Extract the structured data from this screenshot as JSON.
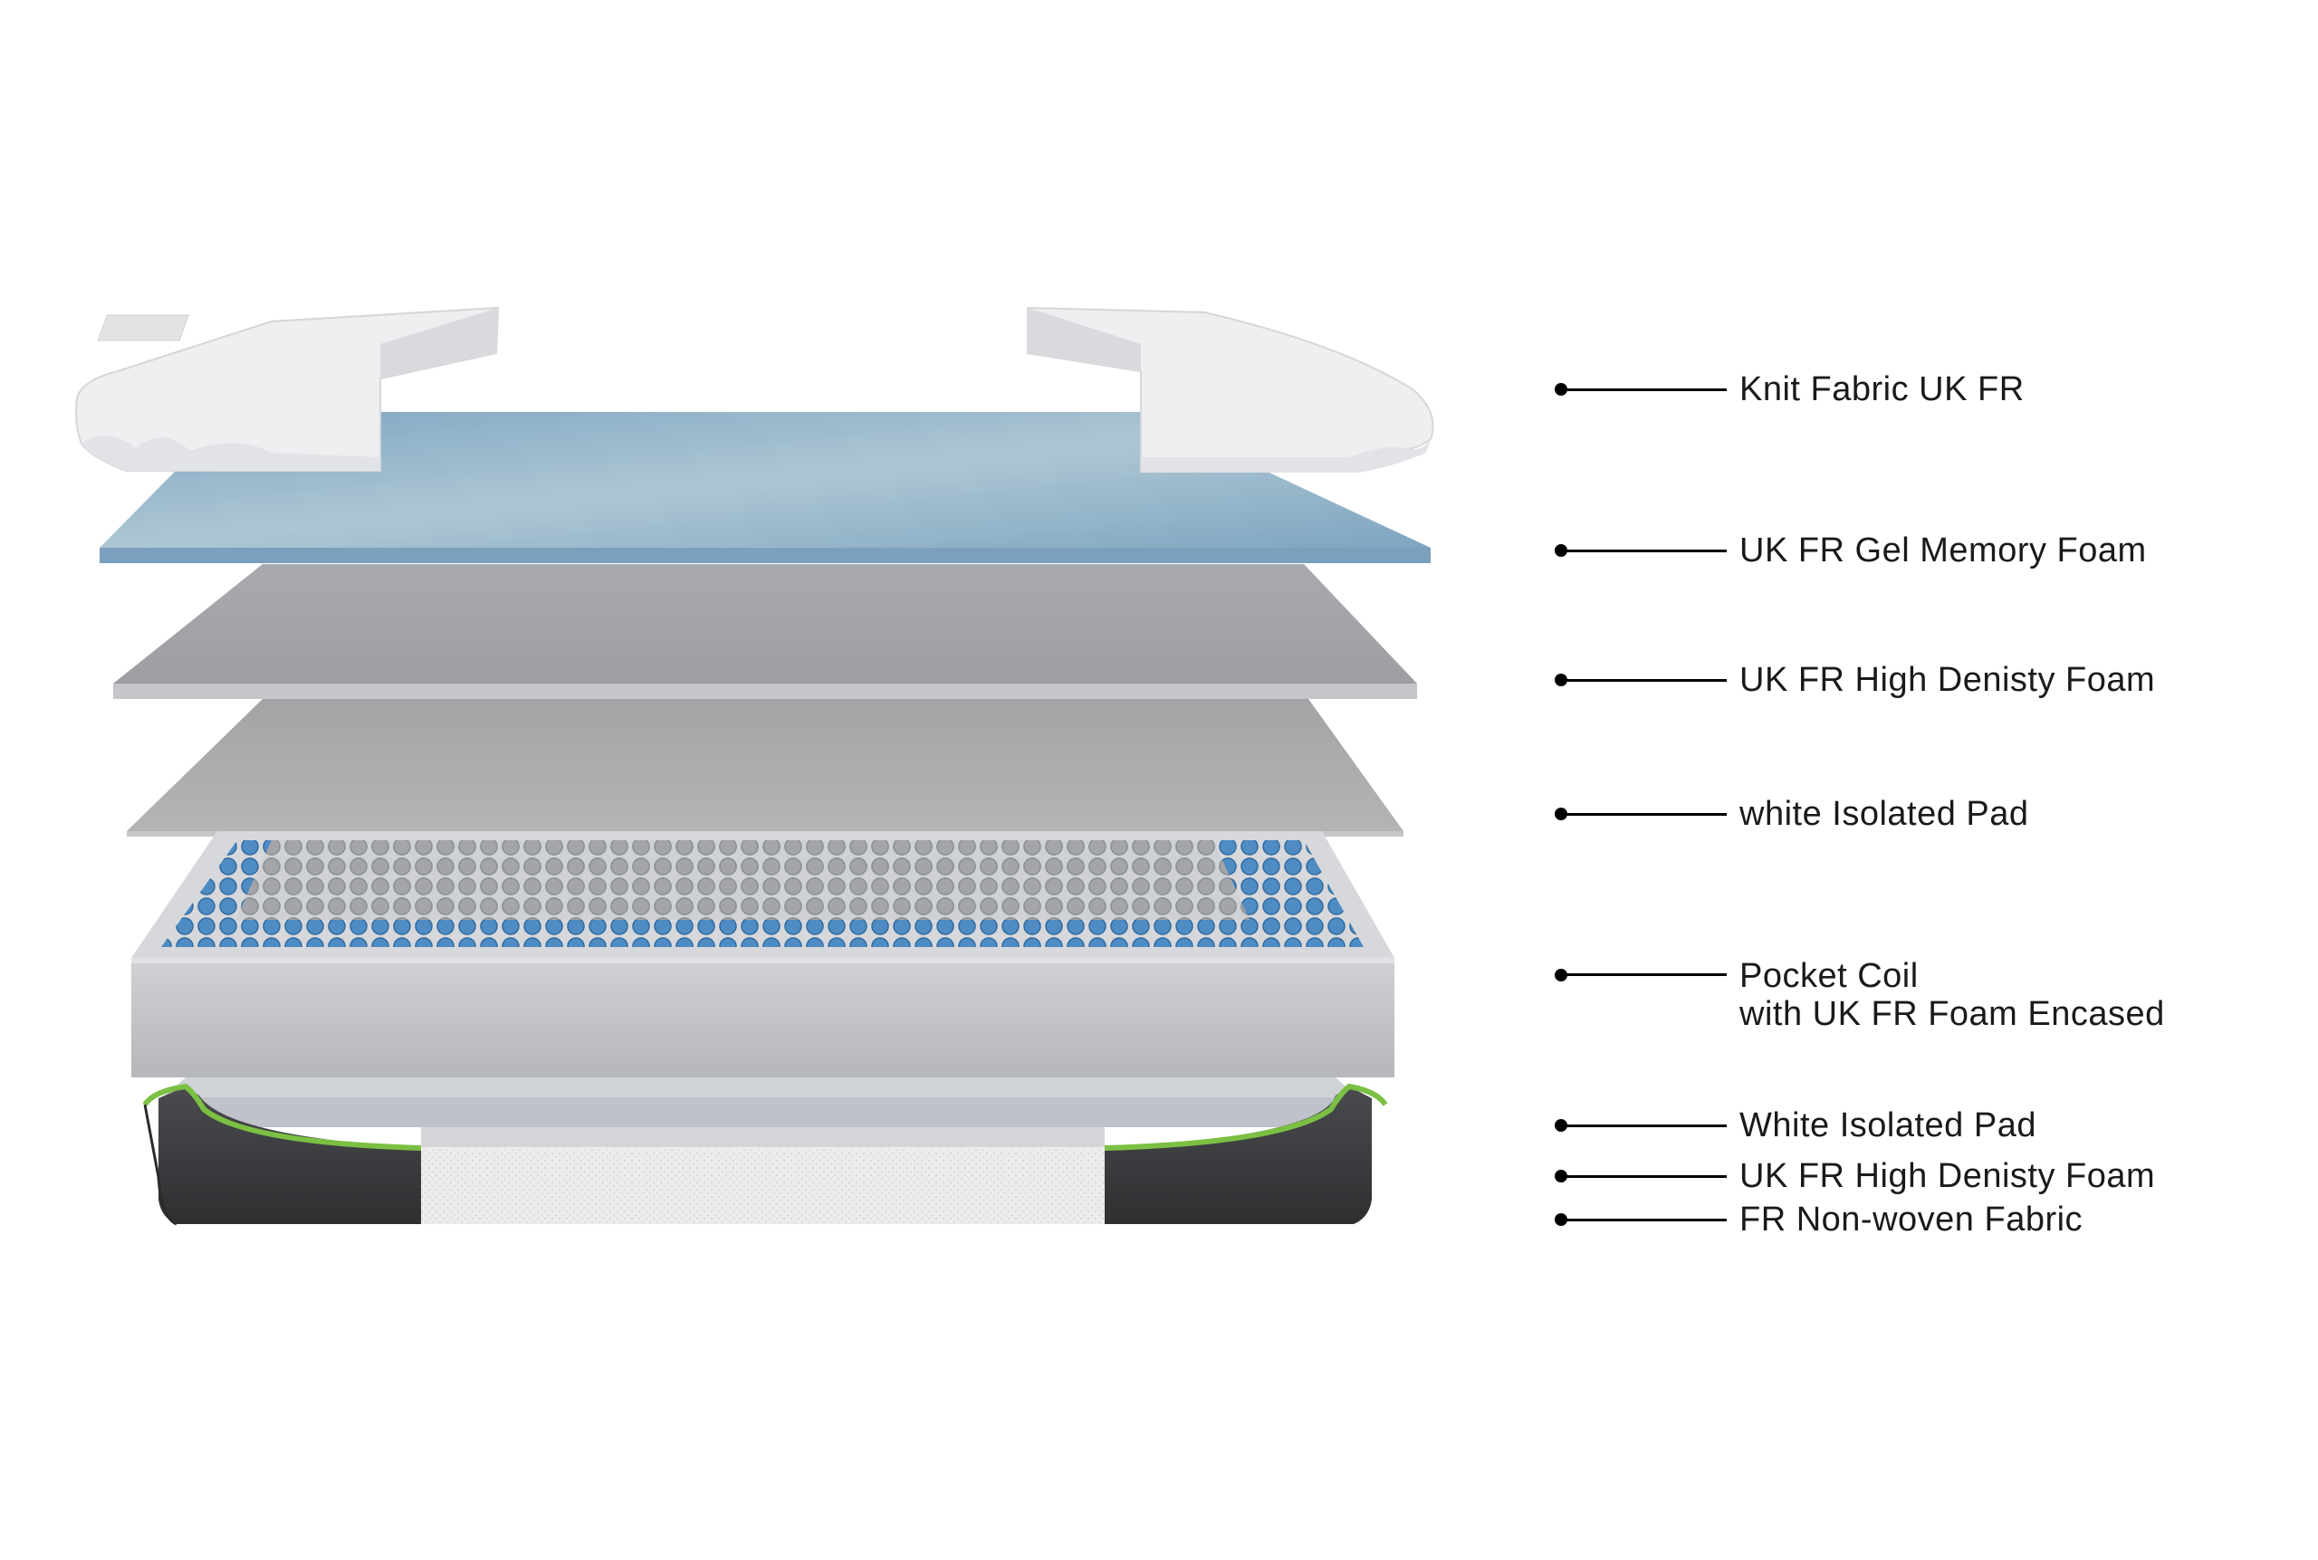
{
  "diagram": {
    "layers": [
      {
        "label": "Knit Fabric UK FR",
        "color": "#eeeff1"
      },
      {
        "label": "UK FR Gel Memory Foam",
        "color": "#9cbccf"
      },
      {
        "label": "UK FR High Denisty Foam",
        "color": "#b8b9bd"
      },
      {
        "label": "white Isolated Pad",
        "color": "#b2b3b5"
      },
      {
        "label_line1": "Pocket Coil",
        "label_line2": "with UK FR Foam Encased",
        "color": "#c9cacd",
        "coil_color": "#4a86c0"
      },
      {
        "label": "White Isolated Pad",
        "color": "#bfc3c9"
      },
      {
        "label": "UK FR High Denisty Foam",
        "color": "#3a3b3d",
        "trim_color": "#7bc043"
      },
      {
        "label": "FR Non-woven Fabric",
        "color": "#e6e6e6"
      }
    ]
  }
}
